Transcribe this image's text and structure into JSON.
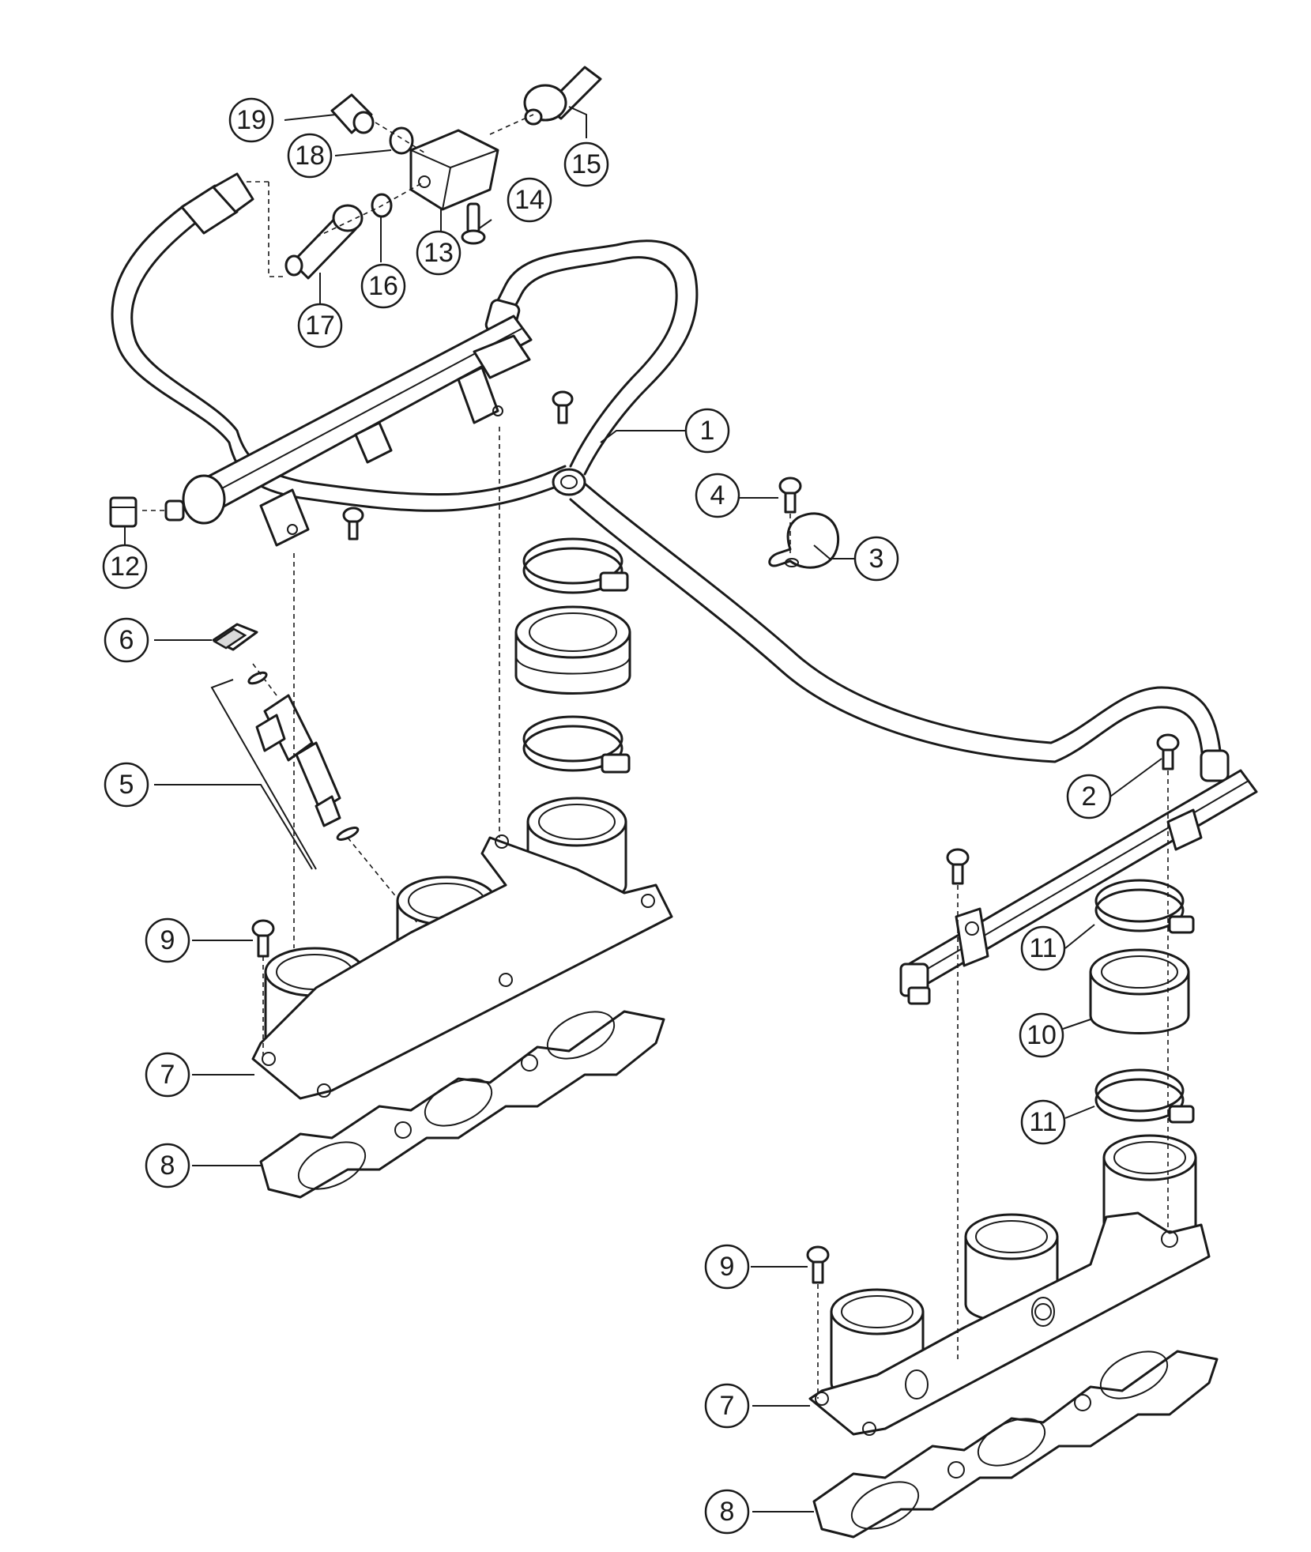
{
  "callouts": [
    {
      "id": "1",
      "label": "1"
    },
    {
      "id": "2",
      "label": "2"
    },
    {
      "id": "3",
      "label": "3"
    },
    {
      "id": "4",
      "label": "4"
    },
    {
      "id": "5",
      "label": "5"
    },
    {
      "id": "6",
      "label": "6"
    },
    {
      "id": "7a",
      "label": "7"
    },
    {
      "id": "7b",
      "label": "7"
    },
    {
      "id": "8a",
      "label": "8"
    },
    {
      "id": "8b",
      "label": "8"
    },
    {
      "id": "9a",
      "label": "9"
    },
    {
      "id": "9b",
      "label": "9"
    },
    {
      "id": "10",
      "label": "10"
    },
    {
      "id": "11a",
      "label": "11"
    },
    {
      "id": "11b",
      "label": "11"
    },
    {
      "id": "12",
      "label": "12"
    },
    {
      "id": "13",
      "label": "13"
    },
    {
      "id": "14",
      "label": "14"
    },
    {
      "id": "15",
      "label": "15"
    },
    {
      "id": "16",
      "label": "16"
    },
    {
      "id": "17",
      "label": "17"
    },
    {
      "id": "18",
      "label": "18"
    },
    {
      "id": "19",
      "label": "19"
    }
  ]
}
